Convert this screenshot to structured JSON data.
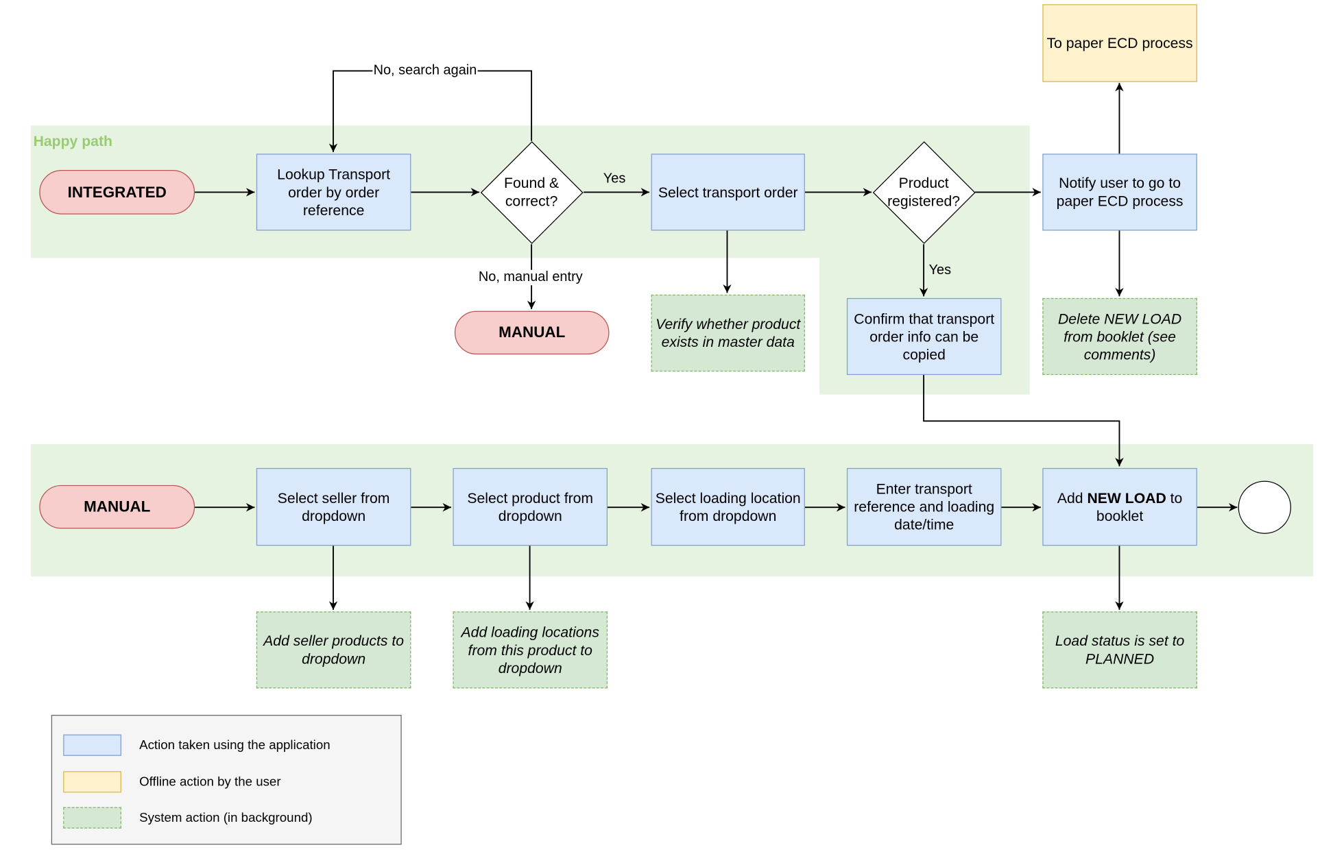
{
  "swimlane_label": "Happy path",
  "nodes": {
    "integrated": "INTEGRATED",
    "lookup": "Lookup Transport order by order reference",
    "found": "Found & correct?",
    "select_order": "Select transport order",
    "product_registered": "Product registered?",
    "notify": "Notify user to go to paper ECD process",
    "paper_ecd": "To paper ECD process",
    "manual_top": "MANUAL",
    "verify": "Verify whether product exists in master data",
    "confirm": "Confirm that transport order info can be copied",
    "delete_prefix": "Delete ",
    "delete_emph": "NEW LOAD",
    "delete_suffix": " from booklet (see comments)",
    "manual_bottom": "MANUAL",
    "select_seller": "Select seller from dropdown",
    "select_product": "Select product from dropdown",
    "select_location": "Select loading location from dropdown",
    "enter_reference": "Enter transport reference and loading date/time",
    "add_prefix": "Add ",
    "add_emph": "NEW LOAD",
    "add_suffix": " to booklet",
    "add_seller_products": "Add seller products to dropdown",
    "add_loading_locations": "Add loading locations from this product to dropdown",
    "load_status": "Load status is set to PLANNED"
  },
  "edge_labels": {
    "search_again": "No, search again",
    "yes_found": "Yes",
    "manual_entry": "No, manual entry",
    "yes_registered": "Yes"
  },
  "legend": [
    {
      "label": "Action taken using the application",
      "fill": "#dae8fc",
      "stroke": "#7f9fce",
      "dashed": false
    },
    {
      "label": "Offline action by the user",
      "fill": "#fff2cc",
      "stroke": "#d6b656",
      "dashed": false
    },
    {
      "label": "System action (in background)",
      "fill": "#d5e8d4",
      "stroke": "#82b366",
      "dashed": true
    }
  ],
  "colors": {
    "action": "#dae8fc",
    "offline": "#fff2cc",
    "system": "#d5e8d4",
    "terminal": "#f8cecc",
    "swimlane": "#e6f3e0",
    "swimlane_label": "#97cc74"
  }
}
